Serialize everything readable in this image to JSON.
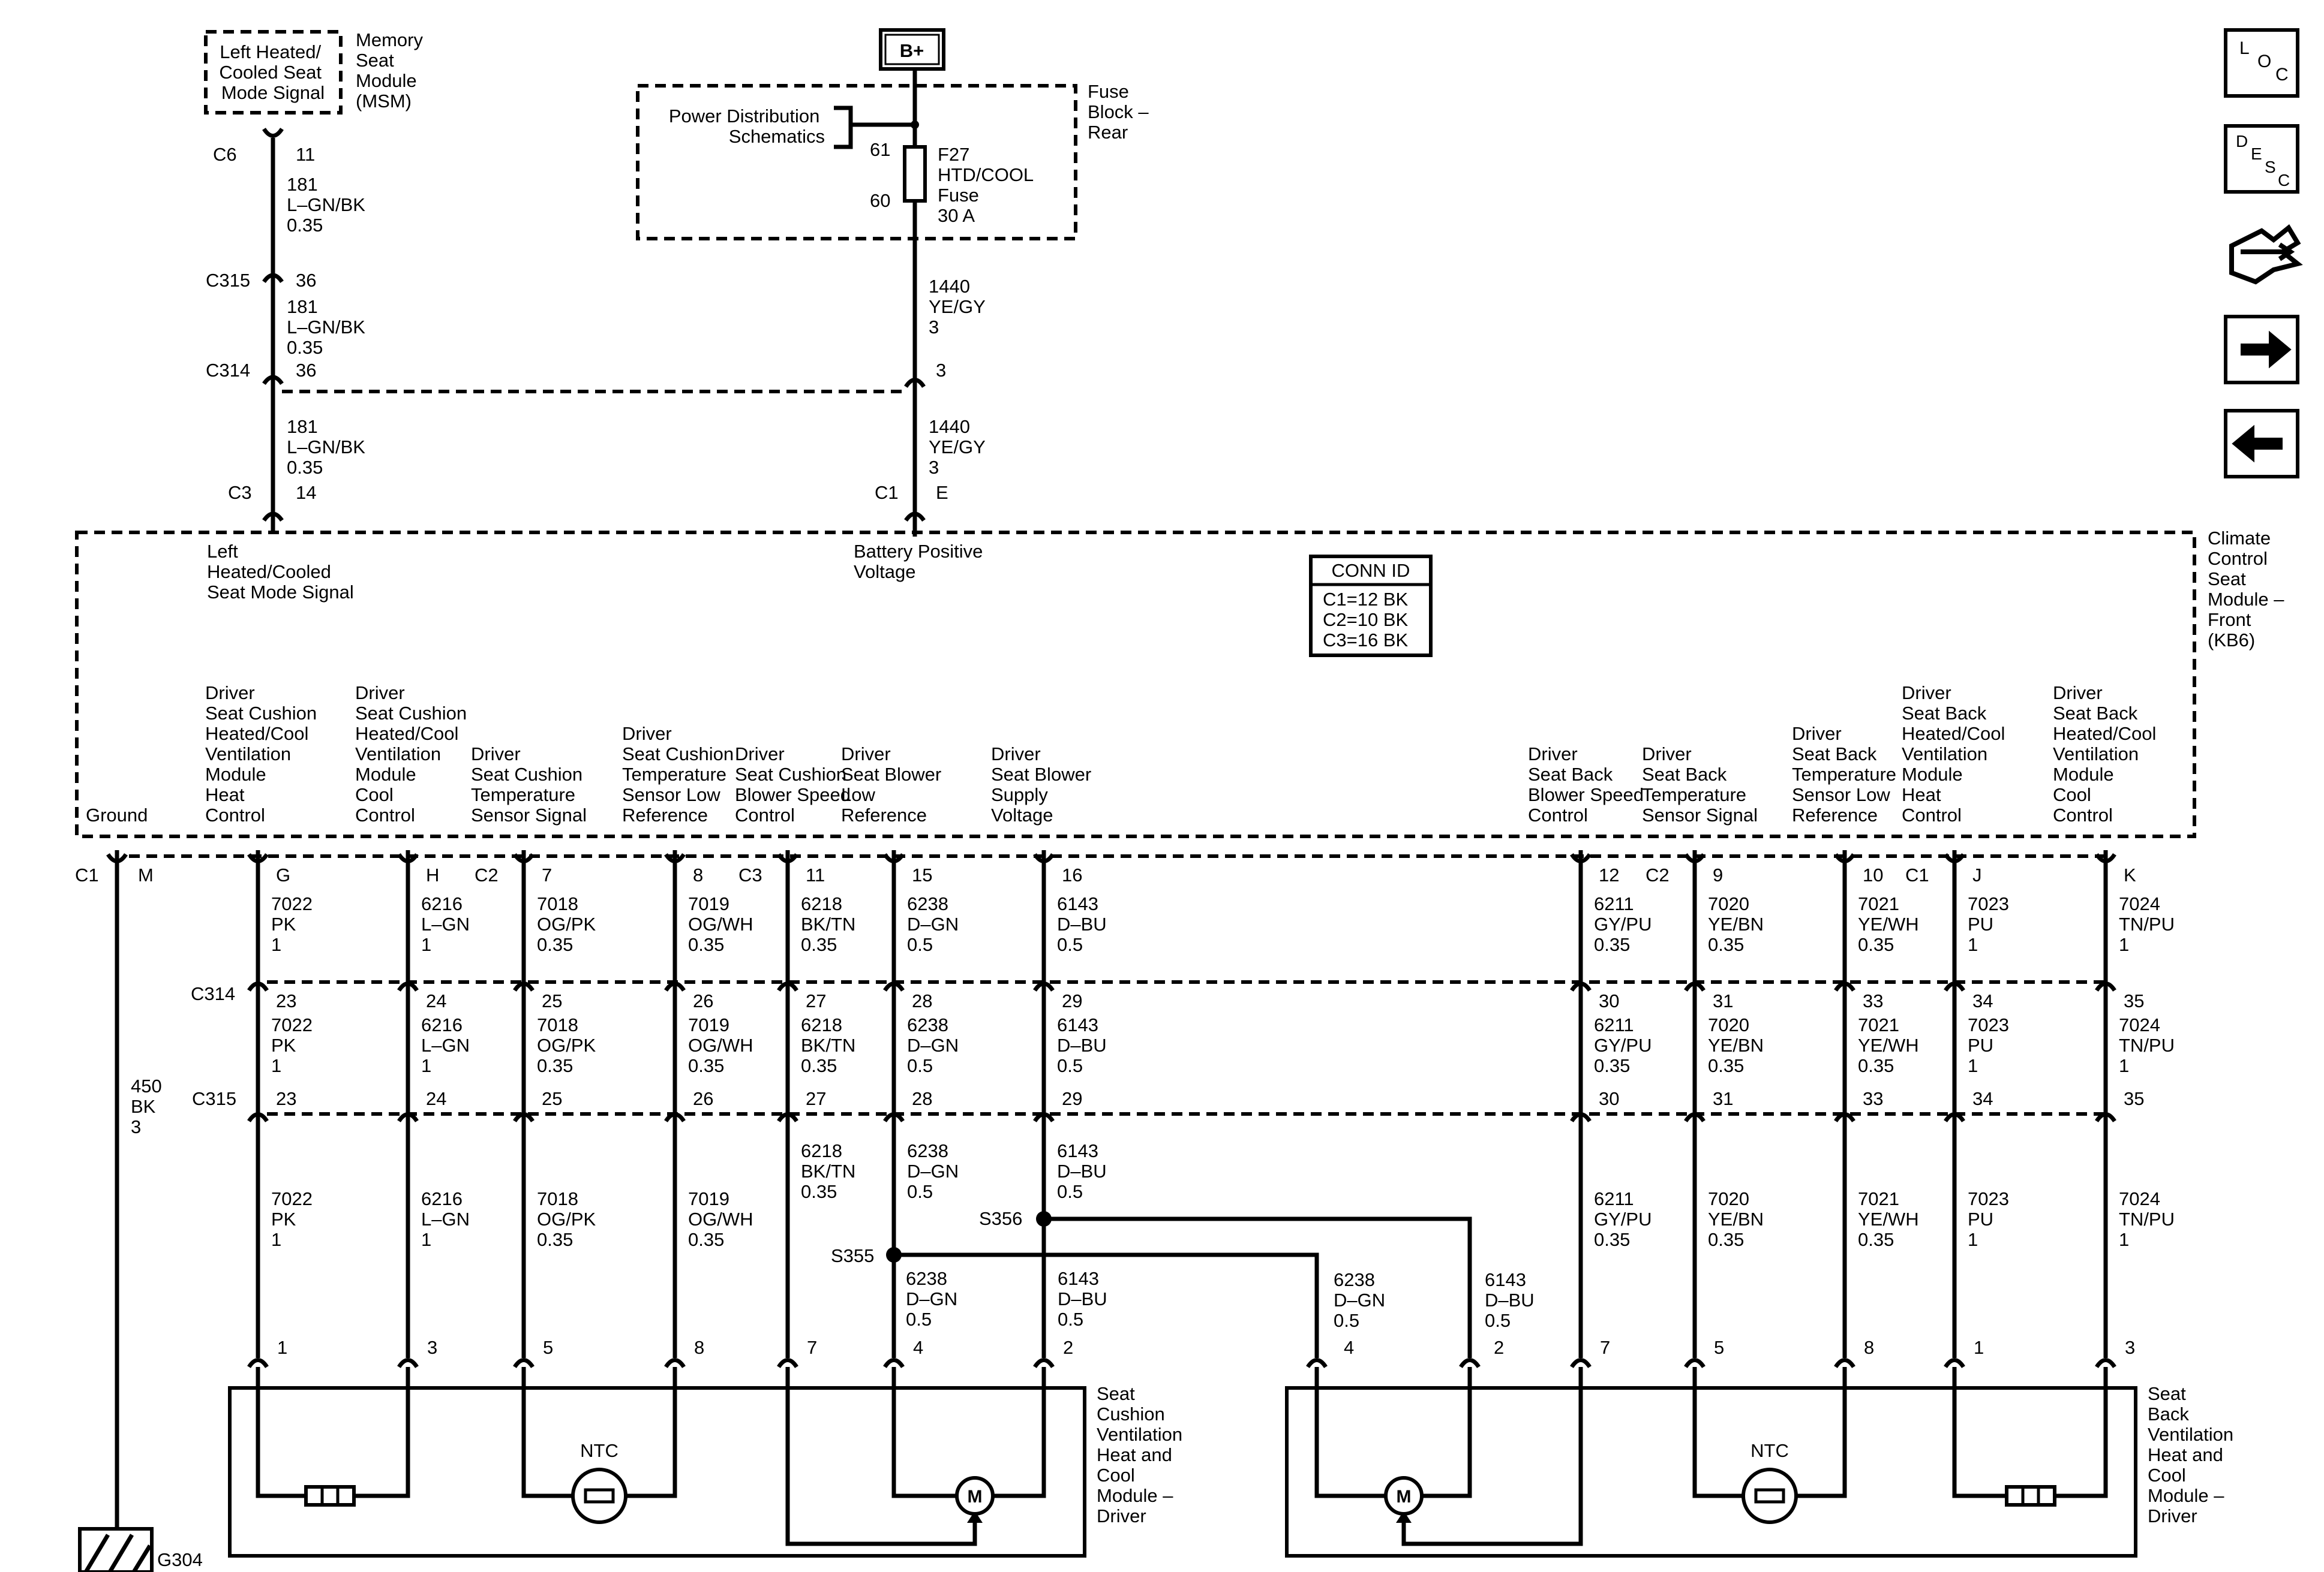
{
  "top": {
    "msm_signal": [
      "Left Heated/",
      "Cooled Seat",
      "Mode Signal"
    ],
    "msm_module": [
      "Memory",
      "Seat",
      "Module",
      "(MSM)"
    ],
    "bplus": "B+",
    "power_dist": [
      "Power Distribution",
      "Schematics"
    ],
    "fuse_block": [
      "Fuse",
      "Block –",
      "Rear"
    ],
    "fuse_pin_in": "61",
    "fuse_pin_out": "60",
    "fuse_label": [
      "F27",
      "HTD/COOL",
      "Fuse",
      "30 A"
    ],
    "left_segments": [
      {
        "conn": "C6",
        "pin": "11"
      },
      {
        "conn": "C315",
        "pin": "36"
      },
      {
        "conn": "C314",
        "pin": "36"
      },
      {
        "conn": "C3",
        "pin": "14"
      }
    ],
    "left_wire": [
      "181",
      "L–GN/BK",
      "0.35"
    ],
    "right_pin_c314": "3",
    "right_wire": [
      "1440",
      "YE/GY",
      "3"
    ],
    "right_c1_conn": "C1",
    "right_c1_pin": "E"
  },
  "module": {
    "name": [
      "Climate",
      "Control",
      "Seat",
      "Module –",
      "Front",
      "(KB6)"
    ],
    "left_input_label": [
      "Left",
      "Heated/Cooled",
      "Seat Mode Signal"
    ],
    "battery_label": [
      "Battery Positive",
      "Voltage"
    ],
    "conn_id_title": "CONN ID",
    "conn_id": [
      "C1=12 BK",
      "C2=10 BK",
      "C3=16 BK"
    ],
    "ground_label": "Ground"
  },
  "ground": {
    "conn": "C1",
    "pin": "M",
    "wire": [
      "450",
      "BK",
      "3"
    ],
    "name": "G304"
  },
  "row_labels": {
    "c314": "C314",
    "c315": "C315"
  },
  "circuits": [
    {
      "name": [
        "Driver",
        "Seat Cushion",
        "Heated/Cool",
        "Ventilation",
        "Module",
        "Heat",
        "Control"
      ],
      "conn": "",
      "pin": "G",
      "w1": [
        "7022",
        "PK",
        "1"
      ],
      "p314": "23",
      "w2": [
        "7022",
        "PK",
        "1"
      ],
      "p315": "23",
      "w3": [
        "7022",
        "PK",
        "1"
      ],
      "mpin": "1"
    },
    {
      "name": [
        "Driver",
        "Seat Cushion",
        "Heated/Cool",
        "Ventilation",
        "Module",
        "Cool",
        "Control"
      ],
      "conn": "",
      "pin": "H",
      "w1": [
        "6216",
        "L–GN",
        "1"
      ],
      "p314": "24",
      "w2": [
        "6216",
        "L–GN",
        "1"
      ],
      "p315": "24",
      "w3": [
        "6216",
        "L–GN",
        "1"
      ],
      "mpin": "3"
    },
    {
      "name": [
        "Driver",
        "Seat Cushion",
        "Temperature",
        "Sensor Signal"
      ],
      "conn": "C2",
      "pin": "7",
      "w1": [
        "7018",
        "OG/PK",
        "0.35"
      ],
      "p314": "25",
      "w2": [
        "7018",
        "OG/PK",
        "0.35"
      ],
      "p315": "25",
      "w3": [
        "7018",
        "OG/PK",
        "0.35"
      ],
      "mpin": "5"
    },
    {
      "name": [
        "Driver",
        "Seat Cushion",
        "Temperature",
        "Sensor Low",
        "Reference"
      ],
      "conn": "",
      "pin": "8",
      "w1": [
        "7019",
        "OG/WH",
        "0.35"
      ],
      "p314": "26",
      "w2": [
        "7019",
        "OG/WH",
        "0.35"
      ],
      "p315": "26",
      "w3": [
        "7019",
        "OG/WH",
        "0.35"
      ],
      "mpin": "8"
    },
    {
      "name": [
        "Driver",
        "Seat Cushion",
        "Blower Speed",
        "Control"
      ],
      "conn": "C3",
      "pin": "11",
      "w1": [
        "6218",
        "BK/TN",
        "0.35"
      ],
      "p314": "27",
      "w2": [
        "6218",
        "BK/TN",
        "0.35"
      ],
      "p315": "27",
      "w3": [
        "6218",
        "BK/TN",
        "0.35"
      ],
      "mpin": "7"
    },
    {
      "name": [
        "Driver",
        "Seat Blower",
        "Low",
        "Reference"
      ],
      "conn": "",
      "pin": "15",
      "w1": [
        "6238",
        "D–GN",
        "0.5"
      ],
      "p314": "28",
      "w2": [
        "6238",
        "D–GN",
        "0.5"
      ],
      "p315": "28",
      "w3": [
        "6238",
        "D–GN",
        "0.5"
      ],
      "mpin": "4"
    },
    {
      "name": [
        "Driver",
        "Seat Blower",
        "Supply",
        "Voltage"
      ],
      "conn": "",
      "pin": "16",
      "w1": [
        "6143",
        "D–BU",
        "0.5"
      ],
      "p314": "29",
      "w2": [
        "6143",
        "D–BU",
        "0.5"
      ],
      "p315": "29",
      "w3": [
        "6143",
        "D–BU",
        "0.5"
      ],
      "mpin": "2"
    },
    {
      "name": [
        "Driver",
        "Seat Back",
        "Blower Speed",
        "Control"
      ],
      "conn": "",
      "pin": "12",
      "w1": [
        "6211",
        "GY/PU",
        "0.35"
      ],
      "p314": "30",
      "w2": [
        "6211",
        "GY/PU",
        "0.35"
      ],
      "p315": "30",
      "w3": [
        "6211",
        "GY/PU",
        "0.35"
      ],
      "mpin": "7"
    },
    {
      "name": [
        "Driver",
        "Seat Back",
        "Temperature",
        "Sensor Signal"
      ],
      "conn": "C2",
      "pin": "9",
      "w1": [
        "7020",
        "YE/BN",
        "0.35"
      ],
      "p314": "31",
      "w2": [
        "7020",
        "YE/BN",
        "0.35"
      ],
      "p315": "31",
      "w3": [
        "7020",
        "YE/BN",
        "0.35"
      ],
      "mpin": "5"
    },
    {
      "name": [
        "Driver",
        "Seat Back",
        "Temperature",
        "Sensor Low",
        "Reference"
      ],
      "conn": "",
      "pin": "10",
      "w1": [
        "7021",
        "YE/WH",
        "0.35"
      ],
      "p314": "33",
      "w2": [
        "7021",
        "YE/WH",
        "0.35"
      ],
      "p315": "33",
      "w3": [
        "7021",
        "YE/WH",
        "0.35"
      ],
      "mpin": "8"
    },
    {
      "name": [
        "Driver",
        "Seat Back",
        "Heated/Cool",
        "Ventilation",
        "Module",
        "Heat",
        "Control"
      ],
      "conn": "C1",
      "pin": "J",
      "w1": [
        "7023",
        "PU",
        "1"
      ],
      "p314": "34",
      "w2": [
        "7023",
        "PU",
        "1"
      ],
      "p315": "34",
      "w3": [
        "7023",
        "PU",
        "1"
      ],
      "mpin": "1"
    },
    {
      "name": [
        "Driver",
        "Seat Back",
        "Heated/Cool",
        "Ventilation",
        "Module",
        "Cool",
        "Control"
      ],
      "conn": "",
      "pin": "K",
      "w1": [
        "7024",
        "TN/PU",
        "1"
      ],
      "p314": "35",
      "w2": [
        "7024",
        "TN/PU",
        "1"
      ],
      "p315": "35",
      "w3": [
        "7024",
        "TN/PU",
        "1"
      ],
      "mpin": "3"
    }
  ],
  "splices": {
    "s355": "S355",
    "s356": "S356",
    "branch_gn": [
      "6238",
      "D–GN",
      "0.5"
    ],
    "branch_bu": [
      "6143",
      "D–BU",
      "0.5"
    ],
    "back_pin_gn": "4",
    "back_pin_bu": "2"
  },
  "cushion_module": {
    "name": [
      "Seat",
      "Cushion",
      "Ventilation",
      "Heat and",
      "Cool",
      "Module –",
      "Driver"
    ],
    "ntc": "NTC",
    "motor": "M"
  },
  "back_module": {
    "name": [
      "Seat",
      "Back",
      "Ventilation",
      "Heat and",
      "Cool",
      "Module –",
      "Driver"
    ],
    "ntc": "NTC",
    "motor": "M"
  },
  "side_icons": {
    "loc": [
      "L",
      "O",
      "C"
    ],
    "desc": [
      "D",
      "E",
      "S",
      "C"
    ],
    "icons": [
      "location-icon",
      "description-icon",
      "connector-tool-icon",
      "next-arrow-icon",
      "previous-arrow-icon"
    ]
  }
}
